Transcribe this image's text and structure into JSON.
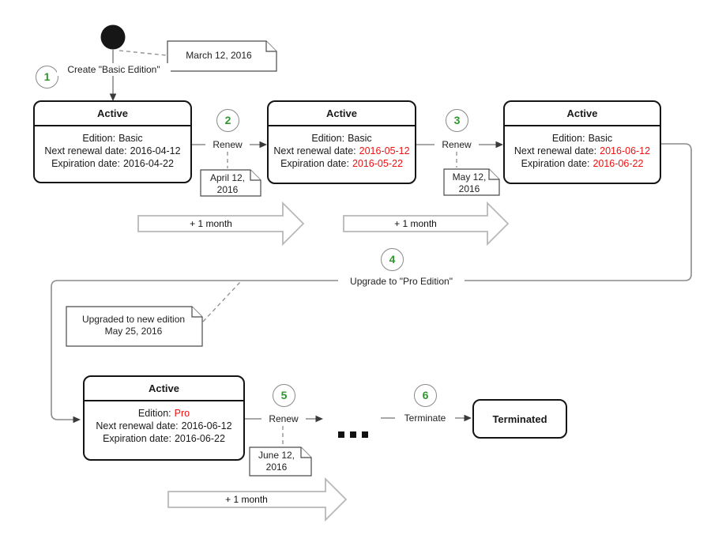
{
  "colors": {
    "green": "#2f962f",
    "red": "#ee1111",
    "line": "#8c8c8c",
    "arrow_dark": "#3a3a3a",
    "box_border": "#141414",
    "note_border": "#4a4a4a",
    "block_arrow": "#b8b8b8"
  },
  "steps": [
    {
      "num": "1",
      "label": "Create \"Basic Edition\""
    },
    {
      "num": "2",
      "label": "Renew"
    },
    {
      "num": "3",
      "label": "Renew"
    },
    {
      "num": "4",
      "label": "Upgrade to \"Pro Edition\""
    },
    {
      "num": "5",
      "label": "Renew"
    },
    {
      "num": "6",
      "label": "Terminate"
    }
  ],
  "states": [
    {
      "title": "Active",
      "rows": [
        {
          "label": "Edition:",
          "value": "Basic",
          "cls": "val"
        },
        {
          "label": "Next renewal date:",
          "value": "2016-04-12",
          "cls": "val"
        },
        {
          "label": "Expiration date:",
          "value": "2016-04-22",
          "cls": "val"
        }
      ]
    },
    {
      "title": "Active",
      "rows": [
        {
          "label": "Edition:",
          "value": "Basic",
          "cls": "val"
        },
        {
          "label": "Next renewal date:",
          "value": "2016-05-12",
          "cls": "val red"
        },
        {
          "label": "Expiration date:",
          "value": "2016-05-22",
          "cls": "val red"
        }
      ]
    },
    {
      "title": "Active",
      "rows": [
        {
          "label": "Edition:",
          "value": "Basic",
          "cls": "val"
        },
        {
          "label": "Next renewal date:",
          "value": "2016-06-12",
          "cls": "val red"
        },
        {
          "label": "Expiration date:",
          "value": "2016-06-22",
          "cls": "val red"
        }
      ]
    },
    {
      "title": "Active",
      "rows": [
        {
          "label": "Edition:",
          "value": "Pro",
          "cls": "val red"
        },
        {
          "label": "Next renewal date:",
          "value": "2016-06-12",
          "cls": "val"
        },
        {
          "label": "Expiration date:",
          "value": "2016-06-22",
          "cls": "val"
        }
      ]
    },
    {
      "title": "Terminated"
    }
  ],
  "notes": {
    "march": "March 12, 2016",
    "april": [
      "April 12,",
      "2016"
    ],
    "may": [
      "May 12,",
      "2016"
    ],
    "upgraded": [
      "Upgraded to new edition",
      "May 25, 2016"
    ],
    "june": [
      "June 12,",
      "2016"
    ]
  },
  "plus_month": "+ 1 month",
  "ellipsis": "..."
}
